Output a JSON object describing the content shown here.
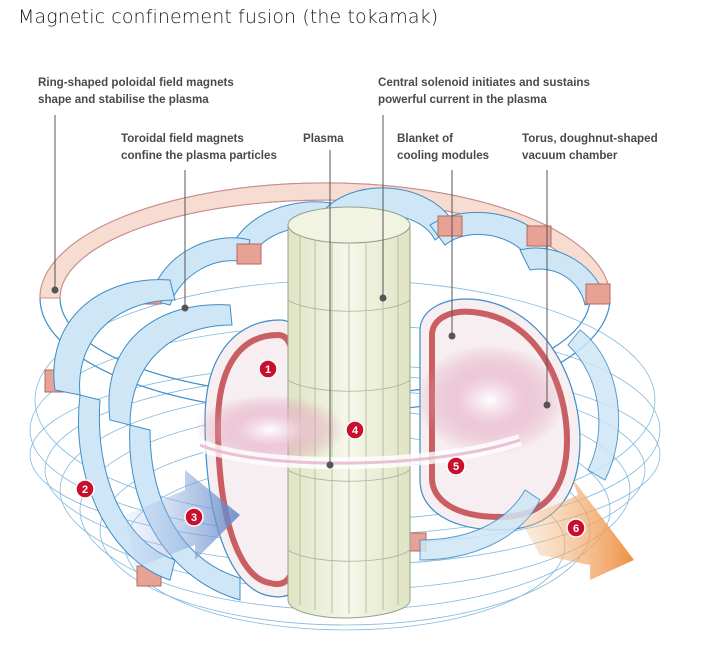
{
  "title": "Magnetic confinement fusion (the tokamak)",
  "labels": {
    "poloidal": "Ring-shaped poloidal field magnets\nshape and stabilise the plasma",
    "solenoid": "Central solenoid initiates and sustains\npowerful current in the plasma",
    "toroidal": "Toroidal field magnets\nconfine the plasma particles",
    "plasma": "Plasma",
    "blanket": "Blanket of\ncooling modules",
    "torus": "Torus, doughnut-shaped\nvacuum chamber"
  },
  "markers": [
    "1",
    "2",
    "3",
    "4",
    "5",
    "6"
  ],
  "colors": {
    "magnet_blue": "#c9e4f5",
    "magnet_stroke": "#3d8ec9",
    "poloidal_pink": "#f7dcd2",
    "pink_block": "#e8a195",
    "marker_red": "#c8102e",
    "plasma_pink": "#d97aa0",
    "arrow_blue": "#7aa0d8",
    "arrow_orange": "#f0a060",
    "solenoid": "#eef1dc"
  }
}
